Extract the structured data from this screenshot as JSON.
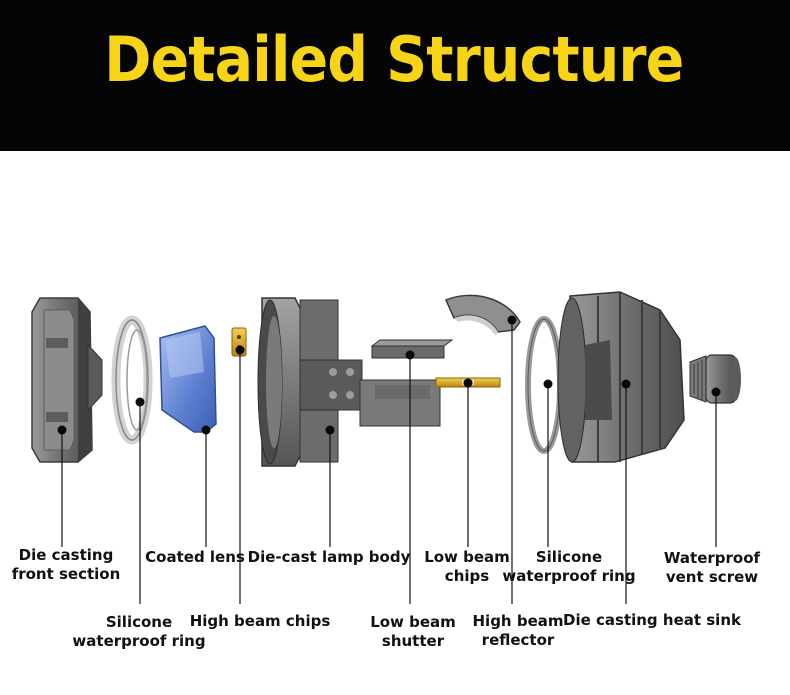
{
  "header": {
    "title": "Detailed Structure"
  },
  "colors": {
    "banner_bg": "#050505",
    "title": "#f7d417",
    "part_gray": "#7b7b7b",
    "lens_blue": "#6f8fd8",
    "chip_gold": "#e3a61b"
  },
  "labels": {
    "die_casting_front": [
      "Die casting",
      "front section"
    ],
    "silicone_ring_left": [
      "Silicone",
      "waterproof ring"
    ],
    "coated_lens": [
      "Coated lens"
    ],
    "high_beam_chips": [
      "High beam chips"
    ],
    "lamp_body": [
      "Die-cast lamp body"
    ],
    "low_beam_shutter": [
      "Low beam",
      "shutter"
    ],
    "low_beam_chips": [
      "Low beam",
      "chips"
    ],
    "high_beam_reflector": [
      "High beam",
      "reflector"
    ],
    "silicone_ring_right": [
      "Silicone",
      "waterproof ring"
    ],
    "heat_sink": [
      "Die casting heat sink"
    ],
    "vent_screw": [
      "Waterproof",
      "vent screw"
    ]
  }
}
